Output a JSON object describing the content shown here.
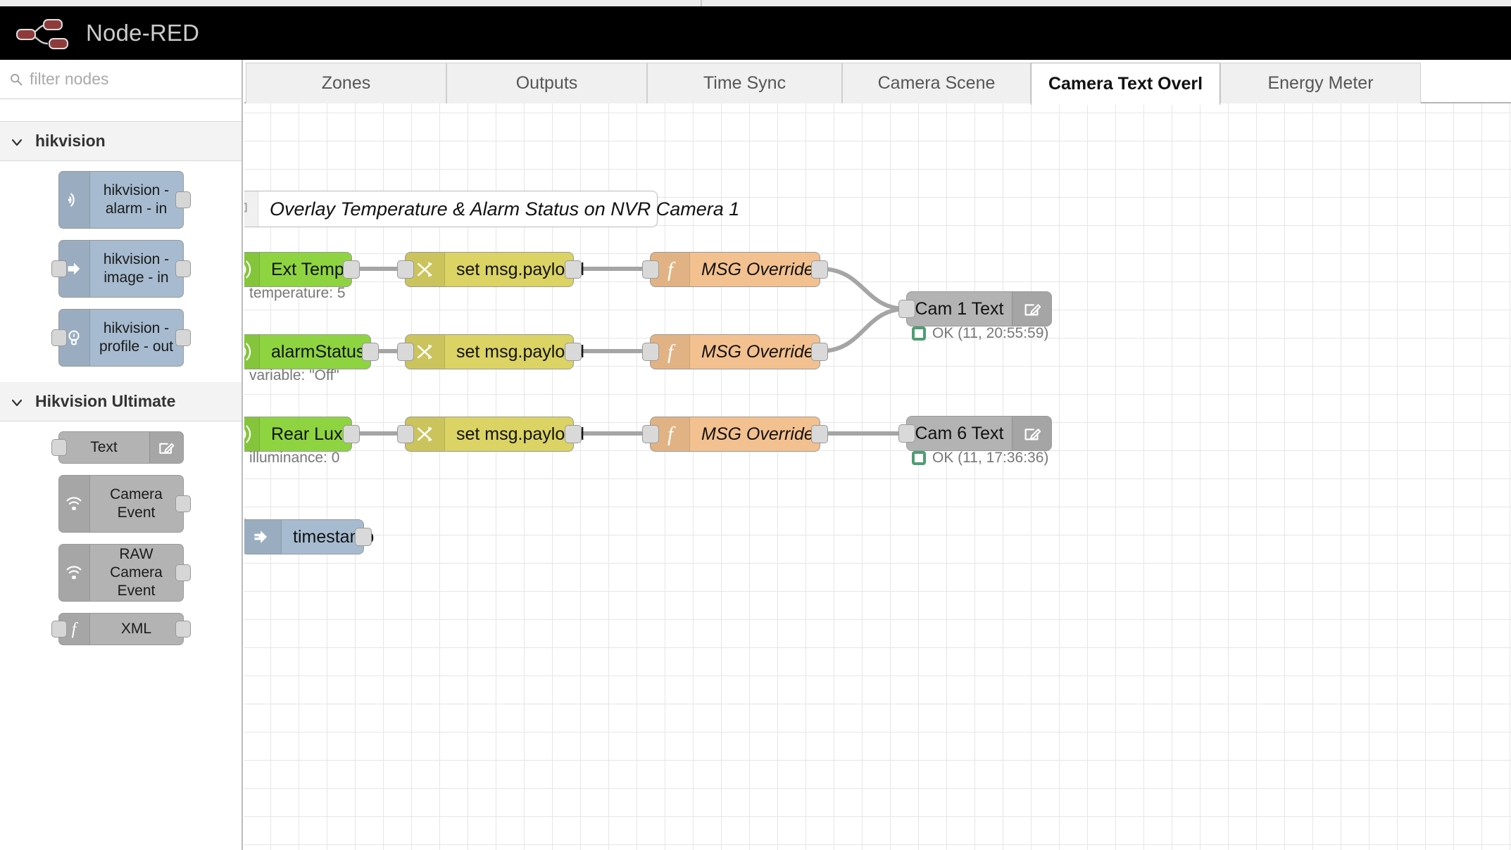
{
  "header": {
    "title": "Node-RED",
    "logo_icon": "node-red-logo"
  },
  "palette": {
    "search": {
      "placeholder": "filter nodes",
      "icon": "search-icon"
    },
    "categories": [
      {
        "label": "hikvision",
        "chevron_icon": "chevron-down-icon",
        "nodes": [
          {
            "label": "hikvision - alarm - in",
            "icon": "signal-icon",
            "color": "blue",
            "has_input": false,
            "has_output": true,
            "has_edit": false,
            "size": "tall"
          },
          {
            "label": "hikvision - image - in",
            "icon": "arrow-right-icon",
            "color": "blue",
            "has_input": true,
            "has_output": true,
            "has_edit": false,
            "size": "tall"
          },
          {
            "label": "hikvision - profile - out",
            "icon": "lightbulb-icon",
            "color": "blue",
            "has_input": true,
            "has_output": true,
            "has_edit": false,
            "size": "tall"
          }
        ]
      },
      {
        "label": "Hikvision Ultimate",
        "chevron_icon": "chevron-down-icon",
        "nodes": [
          {
            "label": "Text",
            "icon": "",
            "color": "grey",
            "has_input": true,
            "has_output": false,
            "has_edit": true,
            "size": "short"
          },
          {
            "label": "Camera Event",
            "icon": "wifi-icon",
            "color": "grey",
            "has_input": false,
            "has_output": true,
            "has_edit": false,
            "size": "tall"
          },
          {
            "label": "RAW Camera Event",
            "icon": "wifi-icon",
            "color": "grey",
            "has_input": false,
            "has_output": true,
            "has_edit": false,
            "size": "tall"
          },
          {
            "label": "XML",
            "icon": "function-icon",
            "color": "grey",
            "has_input": true,
            "has_output": true,
            "has_edit": false,
            "size": "short"
          }
        ]
      }
    ]
  },
  "tabs": [
    {
      "label": "Zones",
      "active": false
    },
    {
      "label": "Outputs",
      "active": false
    },
    {
      "label": "Time Sync",
      "active": false
    },
    {
      "label": "Camera Scene",
      "active": false
    },
    {
      "label": "Camera Text Overl",
      "active": true
    },
    {
      "label": "Energy Meter",
      "active": false
    }
  ],
  "flow": {
    "comment": {
      "text": "Overlay Temperature & Alarm Status on NVR Camera 1",
      "icon": "comment-icon"
    },
    "nodes": [
      {
        "id": "ext-temp",
        "label": "Ext Temp",
        "icon": "signal-icon",
        "color": "green"
      },
      {
        "id": "set-1",
        "label": "set msg.payload",
        "icon": "change-icon",
        "color": "yellow"
      },
      {
        "id": "msg-ovr-1",
        "label": "MSG Override",
        "icon": "function-icon",
        "color": "orange"
      },
      {
        "id": "cam1-text",
        "label": "Cam 1 Text",
        "icon": "edit-icon",
        "color": "grey"
      },
      {
        "id": "alarm",
        "label": "alarmStatus",
        "icon": "signal-icon",
        "color": "green"
      },
      {
        "id": "set-2",
        "label": "set msg.payload",
        "icon": "change-icon",
        "color": "yellow"
      },
      {
        "id": "msg-ovr-2",
        "label": "MSG Override",
        "icon": "function-icon",
        "color": "orange"
      },
      {
        "id": "rear-lux",
        "label": "Rear Lux",
        "icon": "signal-icon",
        "color": "green"
      },
      {
        "id": "set-3",
        "label": "set msg.payload",
        "icon": "change-icon",
        "color": "yellow"
      },
      {
        "id": "msg-ovr-3",
        "label": "MSG Override",
        "icon": "function-icon",
        "color": "orange"
      },
      {
        "id": "cam6-text",
        "label": "Cam 6 Text",
        "icon": "edit-icon",
        "color": "grey"
      },
      {
        "id": "timestamp",
        "label": "timestamp",
        "icon": "inject-icon",
        "color": "blue"
      }
    ],
    "statuses": {
      "ext_temp": "temperature: 5",
      "alarm": "variable: \"Off\"",
      "rear_lux": "illuminance: 0",
      "cam1_text": "OK (11, 20:55:59)",
      "cam6_text": "OK (11, 17:36:36)"
    }
  },
  "colors": {
    "green": "#8ed440",
    "yellow": "#dbd364",
    "orange": "#f3c18f",
    "grey": "#b3b3b3",
    "blue": "#a6bbcf",
    "status_blue": "#5a9ada",
    "status_green": "#4e9e72",
    "header_bg": "#000000",
    "brand_red": "#8f3b3b"
  }
}
